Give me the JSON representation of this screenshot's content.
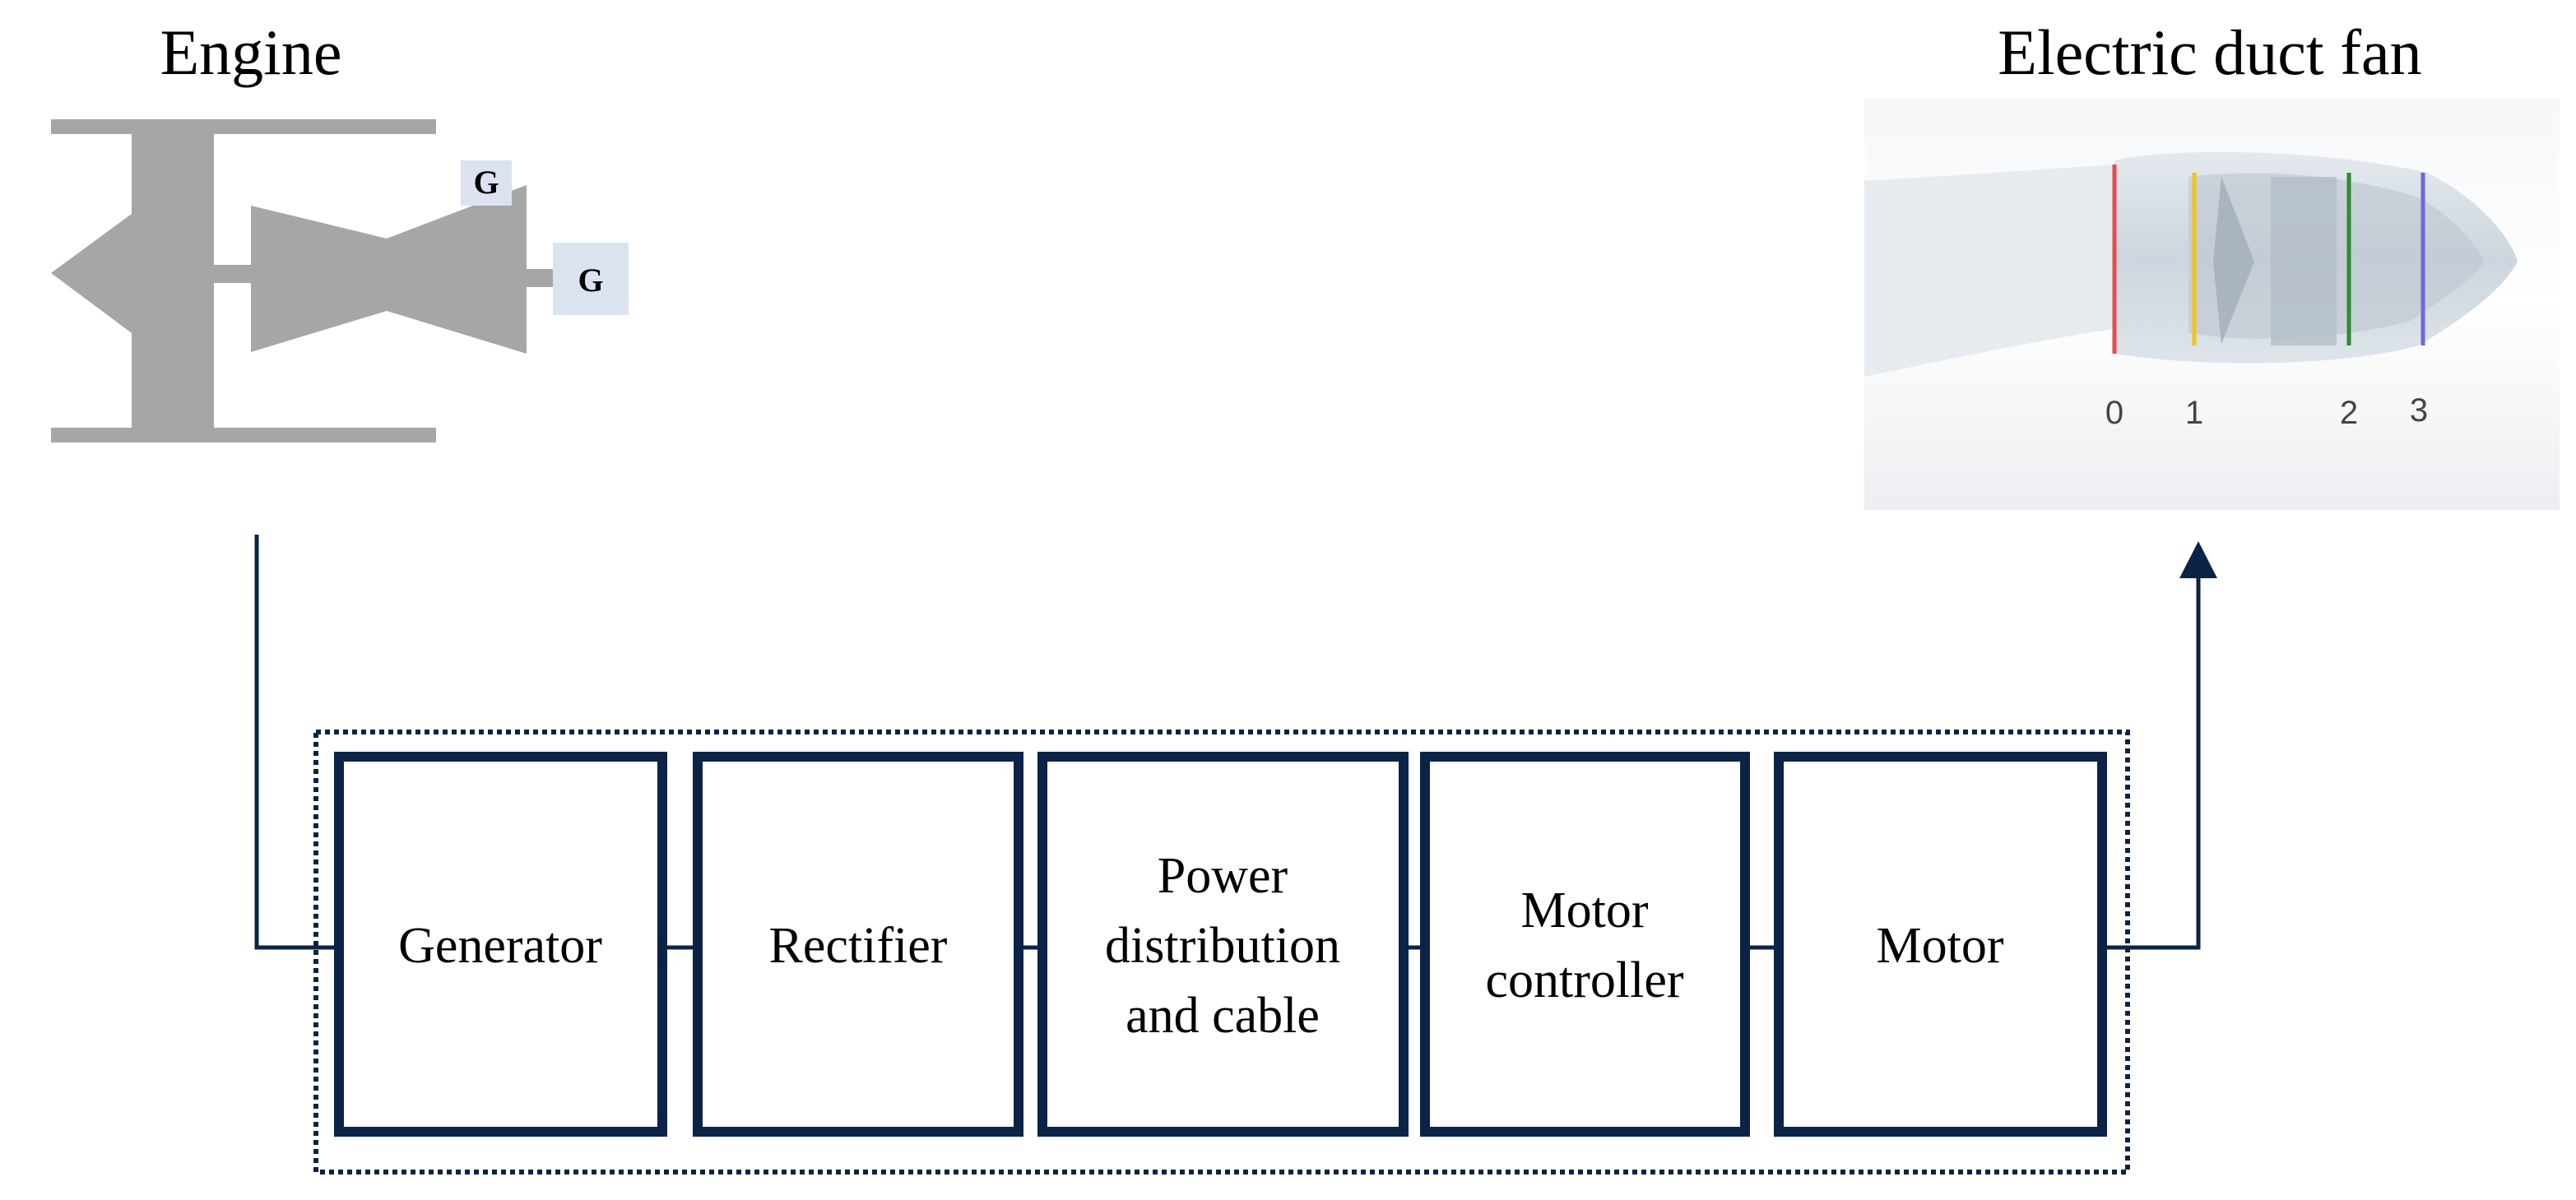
{
  "engine": {
    "title": "Engine",
    "generator_labels": [
      "G",
      "G"
    ]
  },
  "fan": {
    "title": "Electric duct fan",
    "stations": [
      "0",
      "1",
      "2",
      "3"
    ],
    "station_colors": [
      "#e74c4c",
      "#f0c419",
      "#2e8b2e",
      "#6a6adc"
    ]
  },
  "chain": {
    "blocks": [
      {
        "lines": [
          "Generator"
        ]
      },
      {
        "lines": [
          "Rectifier"
        ]
      },
      {
        "lines": [
          "Power",
          "distribution",
          "and cable"
        ]
      },
      {
        "lines": [
          "Motor",
          "controller"
        ]
      },
      {
        "lines": [
          "Motor"
        ]
      }
    ]
  },
  "colors": {
    "line": "#0b2347",
    "engine_gray": "#a6a6a6",
    "generator_fill": "#dbe3f0"
  }
}
